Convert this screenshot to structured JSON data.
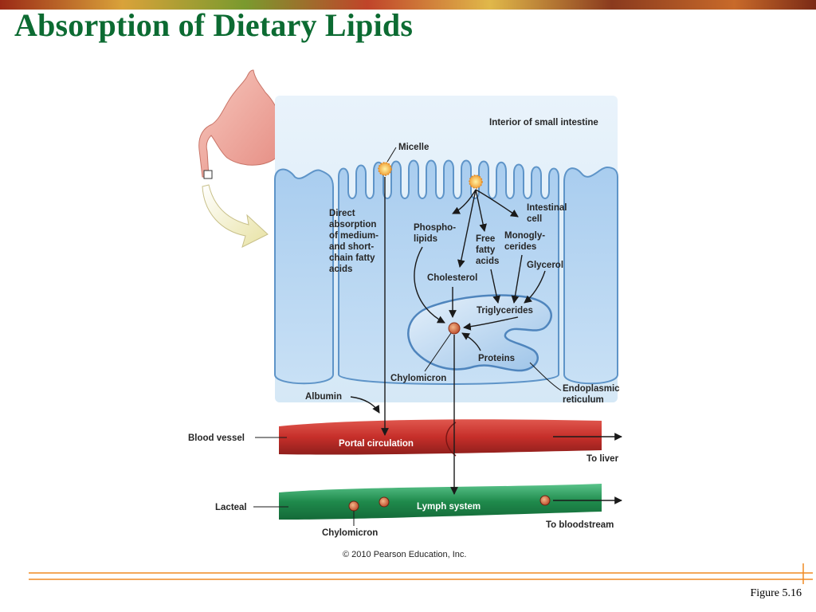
{
  "slide": {
    "title": "Absorption of Dietary Lipids",
    "figure_number": "Figure 5.16"
  },
  "diagram": {
    "labels": {
      "interior": "Interior of small intestine",
      "micelle": "Micelle",
      "direct_absorption": [
        "Direct",
        "absorption",
        "of medium-",
        "and short-",
        "chain fatty",
        "acids"
      ],
      "intestinal_cell": [
        "Intestinal",
        "cell"
      ],
      "phospholipids": [
        "Phospho-",
        "lipids"
      ],
      "free_fatty_acids": [
        "Free",
        "fatty",
        "acids"
      ],
      "monoglycerides": [
        "Monogly-",
        "cerides"
      ],
      "glycerol": "Glycerol",
      "cholesterol": "Cholesterol",
      "triglycerides": "Triglycerides",
      "proteins": "Proteins",
      "chylomicron_cell": "Chylomicron",
      "endoplasmic_reticulum": [
        "Endoplasmic",
        "reticulum"
      ],
      "albumin": "Albumin",
      "blood_vessel": "Blood vessel",
      "portal_circulation": "Portal circulation",
      "to_liver": "To liver",
      "lacteal": "Lacteal",
      "lymph_system": "Lymph system",
      "to_bloodstream": "To bloodstream",
      "chylomicron_lymph": "Chylomicron",
      "copyright": "© 2010 Pearson Education, Inc."
    },
    "colors": {
      "title": "#0c6b32",
      "cell_blue": "#bcd9f2",
      "blood_red": "#c9302c",
      "lymph_green": "#1f8a4c",
      "footer_orange": "#f08a24"
    }
  }
}
